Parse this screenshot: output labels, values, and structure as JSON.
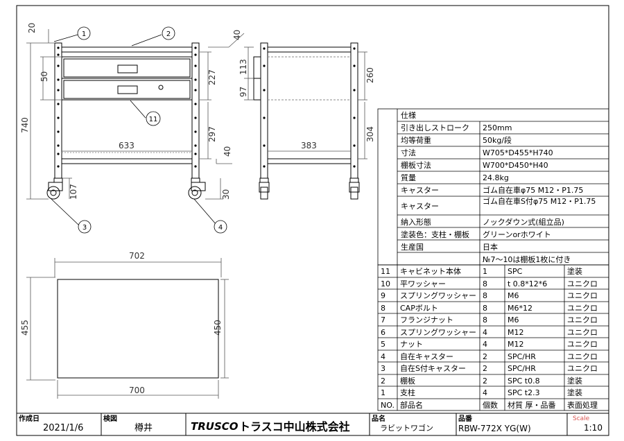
{
  "dimensions": {
    "d20": "20",
    "d40_top": "40",
    "d50": "50",
    "d740": "740",
    "d227": "227",
    "d297": "297",
    "d633": "633",
    "d40_bot": "40",
    "d107": "107",
    "d30": "30",
    "d113": "113",
    "d97": "97",
    "d260": "260",
    "d304": "304",
    "d383": "383",
    "d702": "702",
    "d455": "455",
    "d450": "450",
    "d700": "700"
  },
  "callouts": [
    "1",
    "2",
    "3",
    "4",
    "11"
  ],
  "spec": {
    "title": "仕様",
    "rows": [
      {
        "label": "引き出しストローク",
        "value": "250mm"
      },
      {
        "label": "均等荷重",
        "value": "50kg/段"
      },
      {
        "label": "寸法",
        "value": "W705*D455*H740"
      },
      {
        "label": "棚板寸法",
        "value": "W700*D450*H40"
      },
      {
        "label": "質量",
        "value": "24.8kg"
      },
      {
        "label": "キャスター",
        "value": "ゴム自在車φ75 M12・P1.75"
      },
      {
        "label": "キャスター",
        "value": "ゴム自在車S付φ75 M12・P1.75"
      },
      {
        "label": "納入形態",
        "value": "ノックダウン式(組立品)"
      },
      {
        "label": "塗装色：支柱・棚板",
        "value": "グリーンorホワイト"
      },
      {
        "label": "生産国",
        "value": "日本"
      },
      {
        "label": "",
        "value": "№7～10は棚板1枚に付き"
      }
    ]
  },
  "parts": {
    "header": {
      "no": "NO.",
      "name": "部品名",
      "qty": "個数",
      "mat": "材質 厚・品番",
      "finish": "表面処理"
    },
    "rows": [
      {
        "no": "11",
        "name": "キャビネット本体",
        "qty": "1",
        "mat": "SPC",
        "finish": "塗装"
      },
      {
        "no": "10",
        "name": "平ワッシャー",
        "qty": "8",
        "mat": "t 0.8*12*6",
        "finish": "ユニクロ"
      },
      {
        "no": "9",
        "name": "スプリングワッシャー",
        "qty": "8",
        "mat": "M6",
        "finish": "ユニクロ"
      },
      {
        "no": "8",
        "name": "CAPボルト",
        "qty": "8",
        "mat": "M6*12",
        "finish": "ユニクロ"
      },
      {
        "no": "7",
        "name": "フランジナット",
        "qty": "8",
        "mat": "M6",
        "finish": "ユニクロ"
      },
      {
        "no": "6",
        "name": "スプリングワッシャー",
        "qty": "4",
        "mat": "M12",
        "finish": "ユニクロ"
      },
      {
        "no": "5",
        "name": "ナット",
        "qty": "4",
        "mat": "M12",
        "finish": "ユニクロ"
      },
      {
        "no": "4",
        "name": "自在キャスター",
        "qty": "2",
        "mat": "SPC/HR",
        "finish": "ユニクロ"
      },
      {
        "no": "3",
        "name": "自在S付キャスター",
        "qty": "2",
        "mat": "SPC/HR",
        "finish": "ユニクロ"
      },
      {
        "no": "2",
        "name": "棚板",
        "qty": "2",
        "mat": "SPC  t0.8",
        "finish": "塗装"
      },
      {
        "no": "1",
        "name": "支柱",
        "qty": "4",
        "mat": "SPC  t2.3",
        "finish": "塗装"
      }
    ]
  },
  "titleblock": {
    "created_label": "作成日",
    "created": "2021/1/6",
    "checked_label": "検図",
    "checked": "樽井",
    "logo": "TRUSCO",
    "company": "トラスコ中山株式会社",
    "name_label": "品名",
    "name": "ラビットワゴン",
    "code_label": "品番",
    "code": "RBW-772X YG(W)",
    "scale_label": "Scale",
    "scale": "1:10"
  }
}
